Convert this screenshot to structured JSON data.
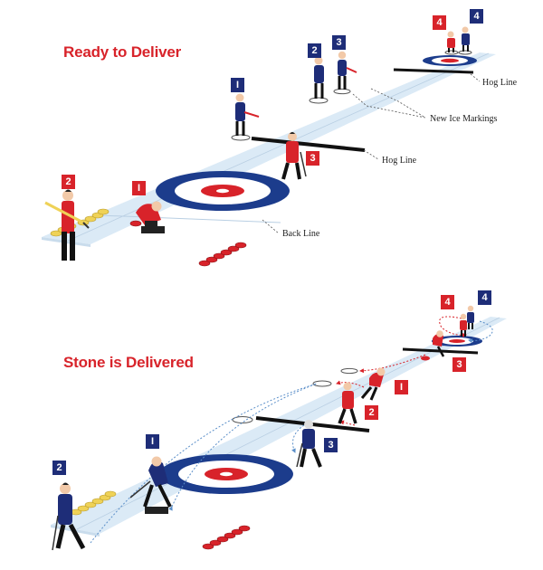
{
  "panels": {
    "top": {
      "title": "Ready to Deliver",
      "labels": {
        "hog_line_far": "Hog Line",
        "new_ice_markings": "New Ice Markings",
        "hog_line_near": "Hog Line",
        "back_line": "Back Line"
      },
      "badges": [
        {
          "text": "4",
          "team": "red"
        },
        {
          "text": "4",
          "team": "blue"
        },
        {
          "text": "2",
          "team": "blue"
        },
        {
          "text": "3",
          "team": "blue"
        },
        {
          "text": "I",
          "team": "blue"
        },
        {
          "text": "3",
          "team": "red"
        },
        {
          "text": "2",
          "team": "red"
        },
        {
          "text": "I",
          "team": "red"
        }
      ]
    },
    "bottom": {
      "title": "Stone is Delivered",
      "badges": [
        {
          "text": "4",
          "team": "red"
        },
        {
          "text": "4",
          "team": "blue"
        },
        {
          "text": "3",
          "team": "red"
        },
        {
          "text": "I",
          "team": "red"
        },
        {
          "text": "2",
          "team": "red"
        },
        {
          "text": "I",
          "team": "blue"
        },
        {
          "text": "3",
          "team": "blue"
        },
        {
          "text": "2",
          "team": "blue"
        }
      ]
    }
  },
  "colors": {
    "title": "#d8232a",
    "team_red": "#d8232a",
    "team_blue": "#1e2d78",
    "ice": "#dbeaf6",
    "house_blue": "#1c3c8c",
    "button_red": "#d8232a",
    "stone_yellow": "#efd257",
    "stone_red": "#d8232a"
  }
}
